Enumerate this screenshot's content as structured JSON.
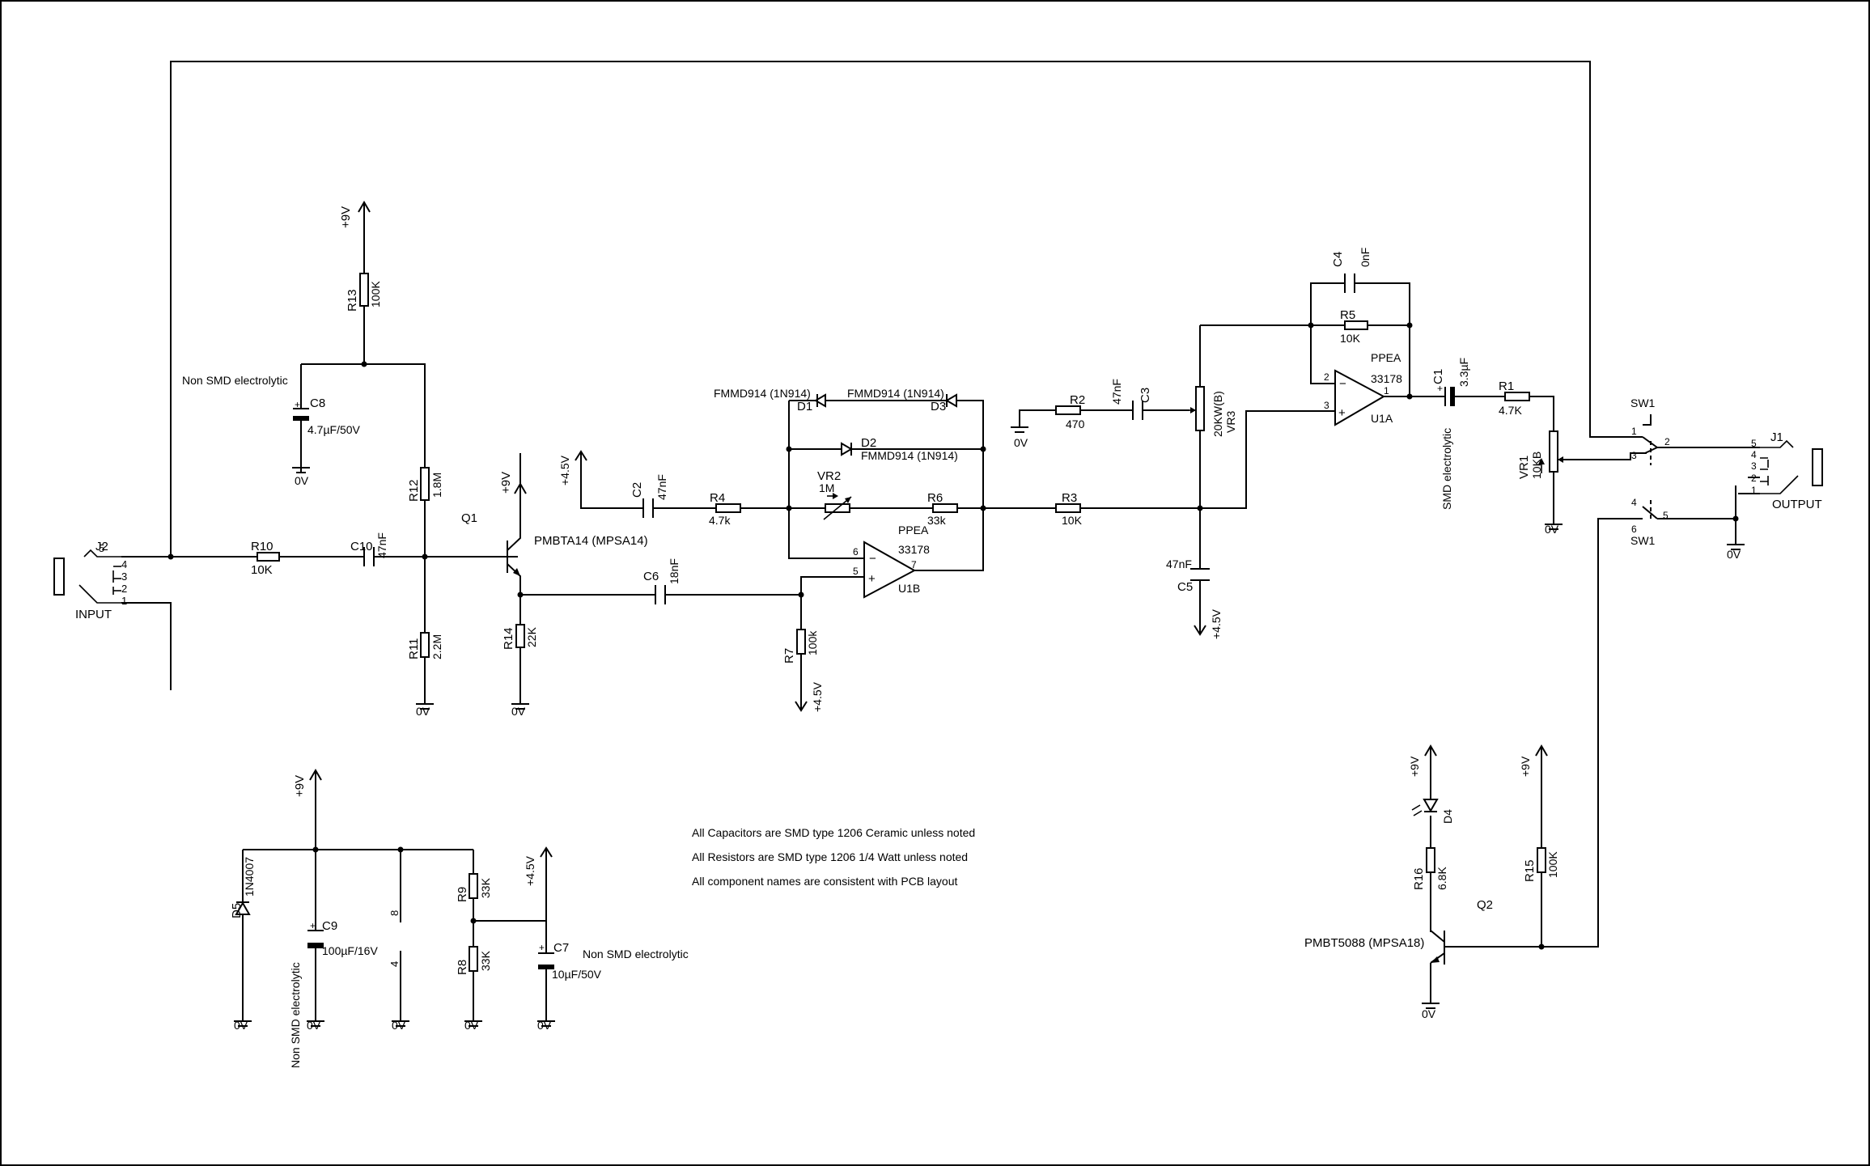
{
  "labels": {
    "J2": "J2",
    "INPUT": "INPUT",
    "R10": "R10",
    "R10v": "10K",
    "C10": "C10",
    "C10v": "47nF",
    "R13": "R13",
    "R13v": "100K",
    "plus9v": "+9V",
    "nonsmd": "Non SMD electrolytic",
    "C8": "C8",
    "C8v": "4.7µF/50V",
    "zero_v": "0V",
    "R12": "R12",
    "R12v": "1.8M",
    "R11": "R11",
    "R11v": "2.2M",
    "Q1": "Q1",
    "Q1part": "PMBTA14 (MPSA14)",
    "R14": "R14",
    "R14v": "22K",
    "C6": "C6",
    "C6v": "18nF",
    "plus45": "+4.5V",
    "C2": "C2",
    "C2v": "47nF",
    "R4": "R4",
    "R4v": "4.7k",
    "VR2": "VR2",
    "VR2v": "1M",
    "R6": "R6",
    "R6v": "33k",
    "R7": "R7",
    "R7v": "100k",
    "D1": "D1",
    "D2": "D2",
    "D3": "D3",
    "diode": "FMMD914 (1N914)",
    "PPEA": "PPEA",
    "op": "33178",
    "U1B": "U1B",
    "U1A": "U1A",
    "R3": "R3",
    "R3v": "10K",
    "R2": "R2",
    "R2v": "470",
    "C3": "C3",
    "C3v": "47nF",
    "VR3": "VR3",
    "VR3v": "20KW(B)",
    "C5": "C5",
    "C5v": "47nF",
    "C4": "C4",
    "C4v": "0nF",
    "R5": "R5",
    "R5v": "10K",
    "C1": "C1",
    "C1v": "3.3µF",
    "smd_electrolytic": "SMD electrolytic",
    "R1": "R1",
    "R1v": "4.7K",
    "VR1": "VR1",
    "VR1v": "10KB",
    "SW1": "SW1",
    "J1": "J1",
    "OUTPUT": "OUTPUT",
    "D4": "D4",
    "R16": "R16",
    "R16v": "6.8K",
    "R15": "R15",
    "R15v": "100K",
    "Q2": "Q2",
    "Q2part": "PMBT5088 (MPSA18)",
    "D5": "D5",
    "D5v": "1N4007",
    "C9": "C9",
    "C9v": "100µF/16V",
    "R9": "R9",
    "R9v": "33K",
    "R8": "R8",
    "R8v": "33K",
    "C7": "C7",
    "C7v": "10µF/50V",
    "pin8": "8",
    "pin4": "4",
    "p1": "1",
    "p2": "2",
    "p3": "3",
    "p4": "4",
    "p5": "5",
    "p6": "6",
    "p7": "7",
    "minus": "−",
    "plus": "+"
  },
  "notes": [
    "All Capacitors are SMD type 1206 Ceramic unless noted",
    "All Resistors are SMD type 1206 1/4 Watt unless noted",
    "All component names are consistent with PCB layout"
  ]
}
